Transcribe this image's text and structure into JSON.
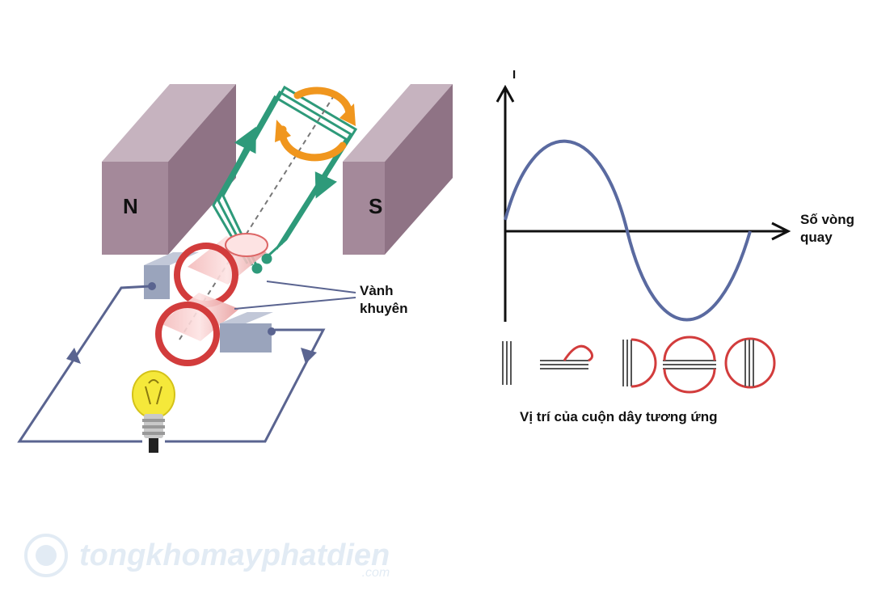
{
  "diagram": {
    "pole_north": "N",
    "pole_south": "S",
    "slip_ring_label_line1": "Vành",
    "slip_ring_label_line2": "khuyên",
    "axis_y_label": "I",
    "axis_x_label_line1": "Số vòng",
    "axis_x_label_line2": "quay",
    "caption": "Vị trí của cuộn dây tương ứng"
  },
  "colors": {
    "magnet": "#a4899a",
    "coil": "#2e9a7a",
    "slip_ring": "#d23c3c",
    "rotation_arrow": "#f0961e",
    "wire": "#5a6490",
    "curve": "#5a6aa0",
    "bulb": "#f5e83a",
    "brush": "#9aa4bc"
  },
  "watermark": {
    "text": "tongkhomayphatdien",
    "suffix": ".com",
    "logo": "circle-logo-icon"
  }
}
